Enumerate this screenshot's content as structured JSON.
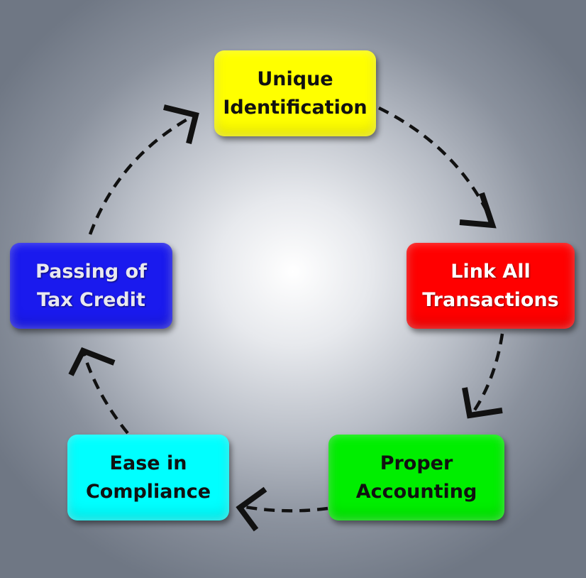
{
  "diagram": {
    "nodes": [
      {
        "id": "unique",
        "label": "Unique\nIdentification",
        "color": "#ffff00"
      },
      {
        "id": "link",
        "label": "Link All\nTransactions",
        "color": "#ff0000"
      },
      {
        "id": "proper",
        "label": "Proper\nAccounting",
        "color": "#00ee00"
      },
      {
        "id": "ease",
        "label": "Ease in\nCompliance",
        "color": "#00ffff"
      },
      {
        "id": "passing",
        "label": "Passing of\nTax Credit",
        "color": "#1a1aee"
      }
    ],
    "edges": [
      {
        "from": "unique",
        "to": "link",
        "style": "dashed-arrow"
      },
      {
        "from": "link",
        "to": "proper",
        "style": "dashed-arrow"
      },
      {
        "from": "proper",
        "to": "ease",
        "style": "dashed-arrow"
      },
      {
        "from": "ease",
        "to": "passing",
        "style": "dashed-arrow"
      },
      {
        "from": "passing",
        "to": "unique",
        "style": "dashed-arrow"
      }
    ]
  }
}
